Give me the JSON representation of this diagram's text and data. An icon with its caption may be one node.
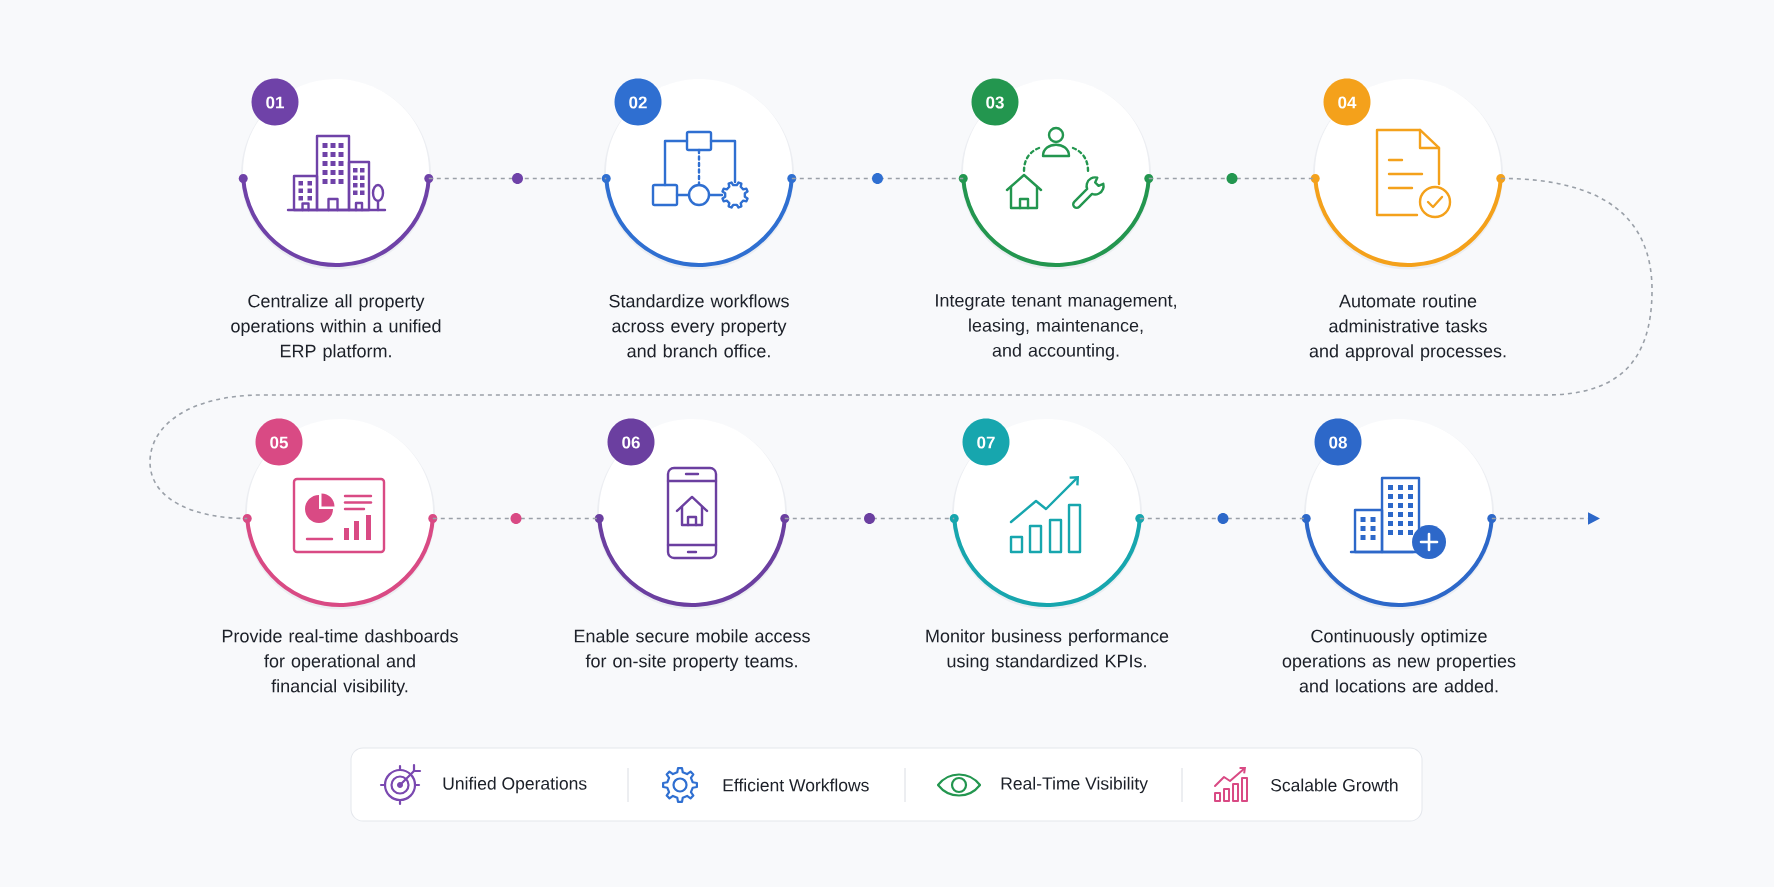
{
  "diagram": {
    "nodes": [
      {
        "text": [
          "01",
          "Centralize all property operations within a unified ERP platform."
        ]
      },
      {
        "text": [
          "02",
          "Standardize workflows across every property and branch office."
        ]
      },
      {
        "text": [
          "03",
          "Integrate tenant management, leasing, maintenance, and accounting."
        ]
      },
      {
        "text": [
          "04",
          "Automate routine administrative tasks and approval processes."
        ]
      },
      {
        "text": [
          "05",
          "Provide real-time dashboards for operational and financial visibility."
        ]
      },
      {
        "text": [
          "06",
          "Enable secure mobile access for on-site property teams."
        ]
      },
      {
        "text": [
          "07",
          "Monitor business performance using standardized KPIs."
        ]
      },
      {
        "text": [
          "08",
          "Continuously optimize operations as new properties and locations are added."
        ]
      }
    ],
    "edges": [
      {
        "from": 0,
        "to": 1,
        "arrow": "none",
        "style": "dashed"
      },
      {
        "from": 1,
        "to": 2,
        "arrow": "none",
        "style": "dashed"
      },
      {
        "from": 2,
        "to": 3,
        "arrow": "none",
        "style": "dashed"
      },
      {
        "from": 3,
        "to": 4,
        "arrow": "none",
        "style": "dashed"
      },
      {
        "from": 4,
        "to": 5,
        "arrow": "none",
        "style": "dashed"
      },
      {
        "from": 5,
        "to": 6,
        "arrow": "none",
        "style": "dashed"
      },
      {
        "from": 6,
        "to": 7,
        "arrow": "none",
        "style": "dashed"
      },
      {
        "from": 7,
        "to": null,
        "arrow": "to",
        "style": "dashed"
      }
    ],
    "legend": [
      {
        "text": "Unified Operations"
      },
      {
        "text": "Efficient Workflows"
      },
      {
        "text": "Real-Time Visibility"
      },
      {
        "text": "Scalable Growth"
      }
    ]
  }
}
